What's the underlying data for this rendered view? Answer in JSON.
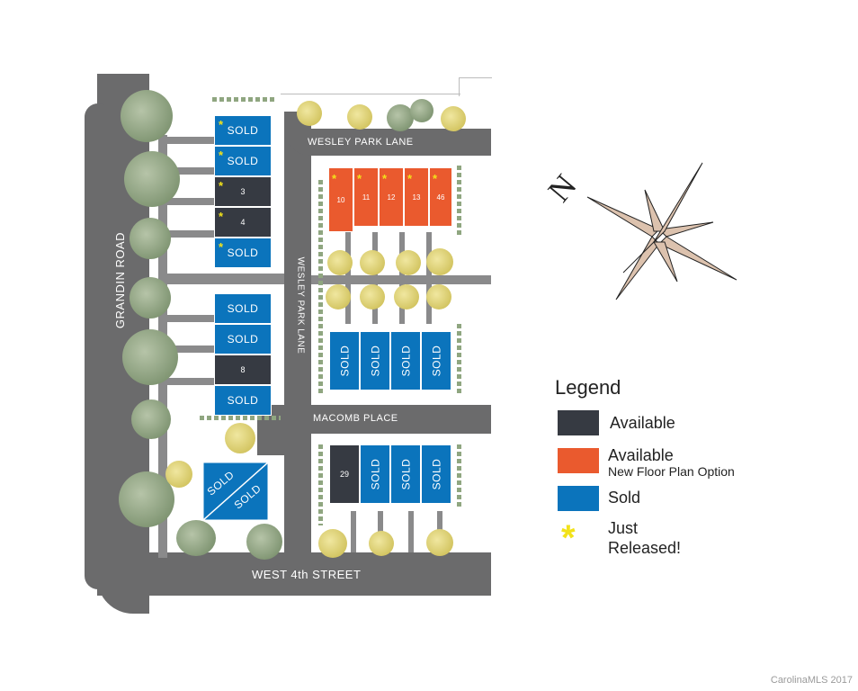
{
  "streets": {
    "grandin_road": "GRANDIN ROAD",
    "wesley_park_lane_top": "WESLEY PARK LANE",
    "wesley_park_lane_side": "WESLEY PARK LANE",
    "macomb_place": "MACOMB PLACE",
    "west_4th_street": "WEST 4th STREET"
  },
  "lots": {
    "left_1": "SOLD",
    "left_2": "SOLD",
    "left_3": "3",
    "left_4": "4",
    "left_5": "SOLD",
    "left_6": "SOLD",
    "left_7": "SOLD",
    "left_8": "8",
    "left_9": "SOLD",
    "diag_1": "SOLD",
    "diag_2": "SOLD",
    "top_10": "10",
    "top_11": "11",
    "top_12": "12",
    "top_13": "13",
    "top_46": "46",
    "mid_1": "SOLD",
    "mid_2": "SOLD",
    "mid_3": "SOLD",
    "mid_4": "SOLD",
    "bot_29": "29",
    "bot_2": "SOLD",
    "bot_3": "SOLD",
    "bot_4": "SOLD"
  },
  "compass": {
    "north_label": "N"
  },
  "legend": {
    "title": "Legend",
    "available": "Available",
    "available_new": "Available",
    "available_new_sub": "New Floor Plan Option",
    "sold": "Sold",
    "just_released_1": "Just",
    "just_released_2": "Released!",
    "star_symbol": "*"
  },
  "colors": {
    "available": "#363a42",
    "new_floor_plan": "#ea5a2e",
    "sold": "#0b74bc",
    "just_released": "#f2e21a",
    "road": "#6b6b6c"
  },
  "copyright": "CarolinaMLS 2017"
}
